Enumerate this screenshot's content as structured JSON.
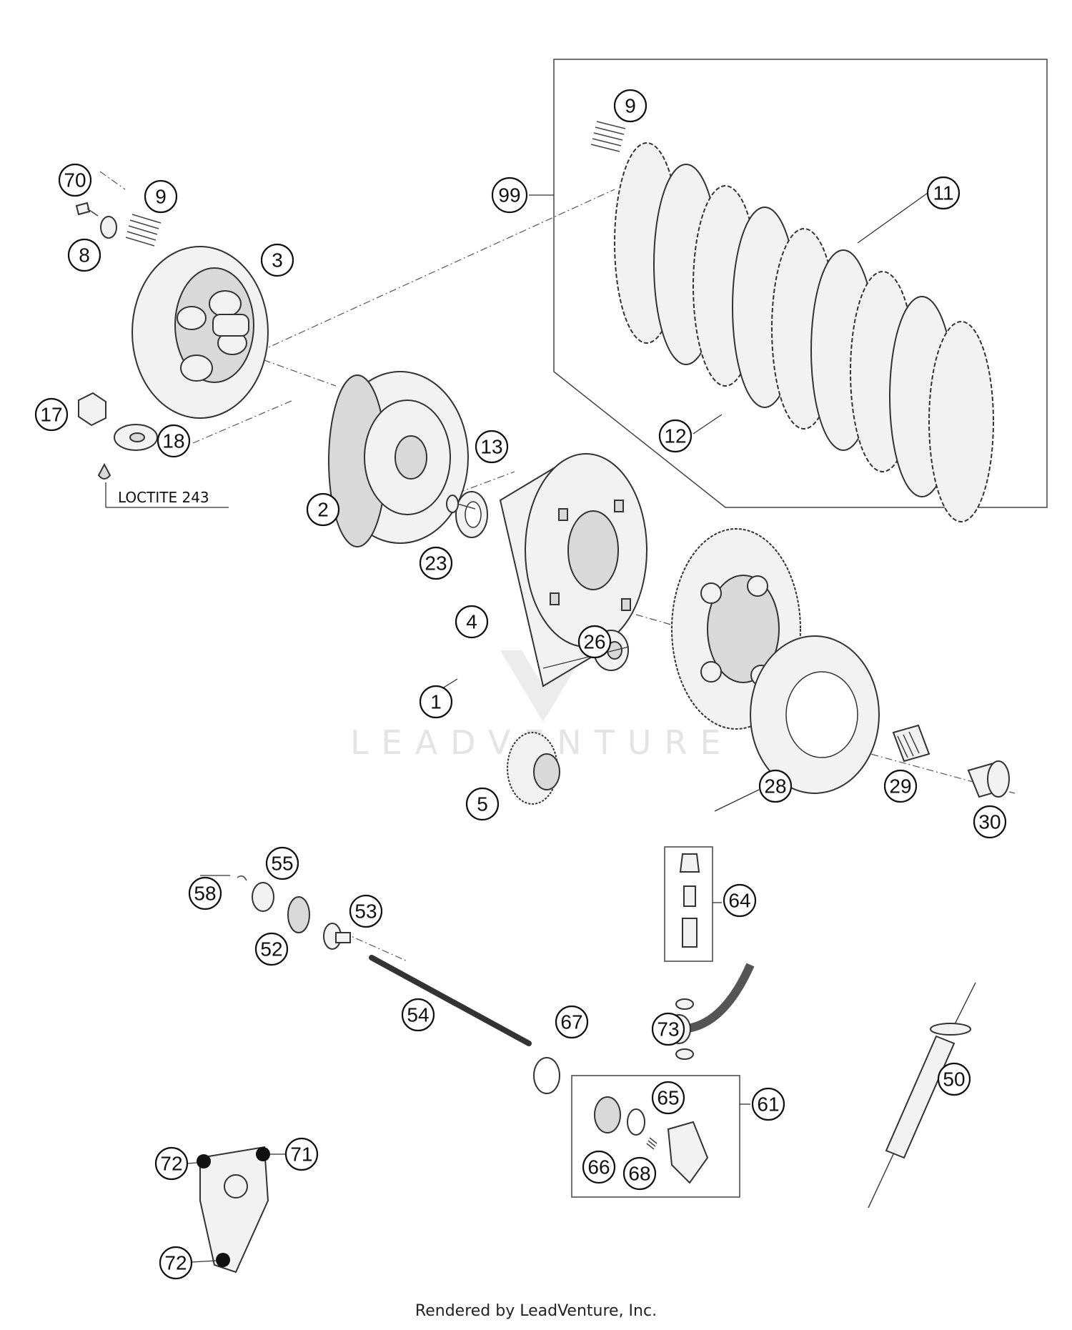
{
  "callouts": [
    {
      "id": "c70",
      "label": "70"
    },
    {
      "id": "c8",
      "label": "8"
    },
    {
      "id": "c9a",
      "label": "9"
    },
    {
      "id": "c3",
      "label": "3"
    },
    {
      "id": "c9b",
      "label": "9"
    },
    {
      "id": "c99",
      "label": "99"
    },
    {
      "id": "c11",
      "label": "11"
    },
    {
      "id": "c12",
      "label": "12"
    },
    {
      "id": "c17",
      "label": "17"
    },
    {
      "id": "c18",
      "label": "18"
    },
    {
      "id": "c13",
      "label": "13"
    },
    {
      "id": "c2",
      "label": "2"
    },
    {
      "id": "c23",
      "label": "23"
    },
    {
      "id": "c4",
      "label": "4"
    },
    {
      "id": "c26",
      "label": "26"
    },
    {
      "id": "c1",
      "label": "1"
    },
    {
      "id": "c5",
      "label": "5"
    },
    {
      "id": "c28",
      "label": "28"
    },
    {
      "id": "c29",
      "label": "29"
    },
    {
      "id": "c30",
      "label": "30"
    },
    {
      "id": "c55",
      "label": "55"
    },
    {
      "id": "c58",
      "label": "58"
    },
    {
      "id": "c53",
      "label": "53"
    },
    {
      "id": "c52",
      "label": "52"
    },
    {
      "id": "c64",
      "label": "64"
    },
    {
      "id": "c54",
      "label": "54"
    },
    {
      "id": "c67",
      "label": "67"
    },
    {
      "id": "c73",
      "label": "73"
    },
    {
      "id": "c50",
      "label": "50"
    },
    {
      "id": "c65",
      "label": "65"
    },
    {
      "id": "c61",
      "label": "61"
    },
    {
      "id": "c66",
      "label": "66"
    },
    {
      "id": "c68",
      "label": "68"
    },
    {
      "id": "c72a",
      "label": "72"
    },
    {
      "id": "c71",
      "label": "71"
    },
    {
      "id": "c72b",
      "label": "72"
    }
  ],
  "loctite_label": "LOCTITE 243",
  "watermark": "LEADVENTURE",
  "footer": "Rendered by LeadVenture, Inc."
}
